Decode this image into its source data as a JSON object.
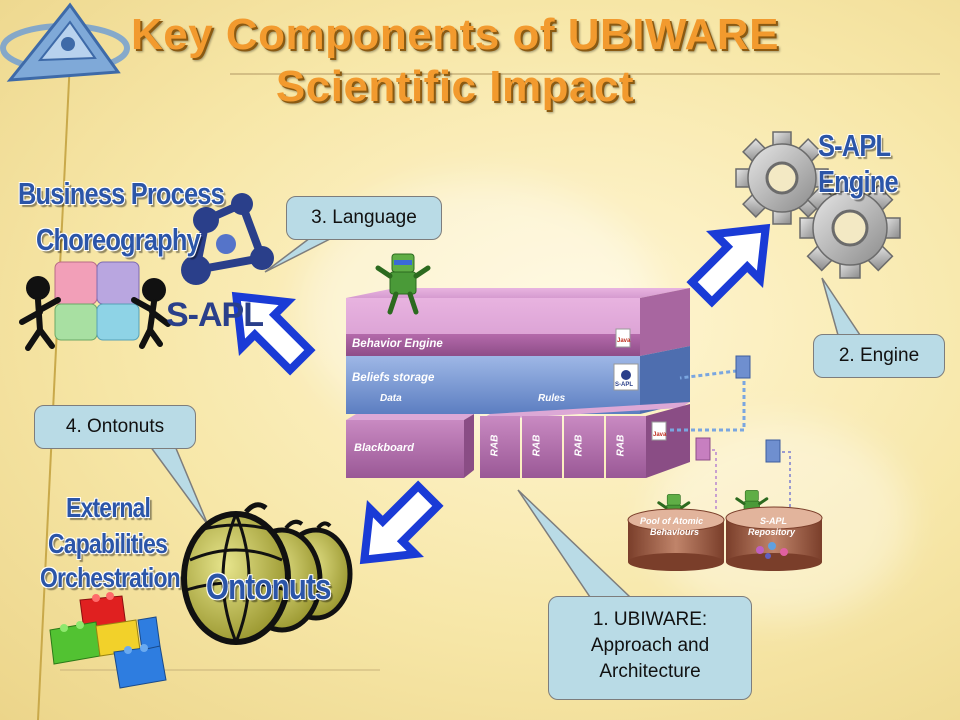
{
  "slide": {
    "title_line1": "Key Components of UBIWARE",
    "title_line2": "Scientific Impact"
  },
  "callouts": {
    "language": "3. Language",
    "engine": "2. Engine",
    "ontonuts": "4. Ontonuts",
    "ubiware_line1": "1. UBIWARE:",
    "ubiware_line2": "Approach and",
    "ubiware_line3": "Architecture"
  },
  "labels": {
    "business_process": "Business Process",
    "choreography": "Choreography",
    "sapl": "S-APL",
    "sapl_engine": "S-APL Engine",
    "external": "External",
    "capabilities": "Capabilities",
    "orchestration": "Orchestration",
    "ontonuts": "Ontonuts"
  },
  "architecture": {
    "behavior_engine": "Behavior Engine",
    "beliefs_storage": "Beliefs storage",
    "data": "Data",
    "rules": "Rules",
    "blackboard": "Blackboard",
    "rab": "RAB",
    "pool_line1": "Pool of Atomic",
    "pool_line2": "Behaviours",
    "repo_line1": "S-APL",
    "repo_line2": "Repository",
    "java": "Java",
    "sapl_small": "S-APL"
  },
  "colors": {
    "title": "#f29a2e",
    "callout_fill": "#b9dbe6",
    "arrow_blue": "#1a3bd6",
    "arrow_fill": "#ffffff",
    "behavior_layer": "#c77fc0",
    "beliefs_layer": "#6f8fcf"
  },
  "icons": [
    "ubiware-logo-icon",
    "puzzle-people-icon",
    "sapl-molecule-icon",
    "gear-icon",
    "globe-icon",
    "lego-blocks-icon",
    "robot-icon"
  ]
}
